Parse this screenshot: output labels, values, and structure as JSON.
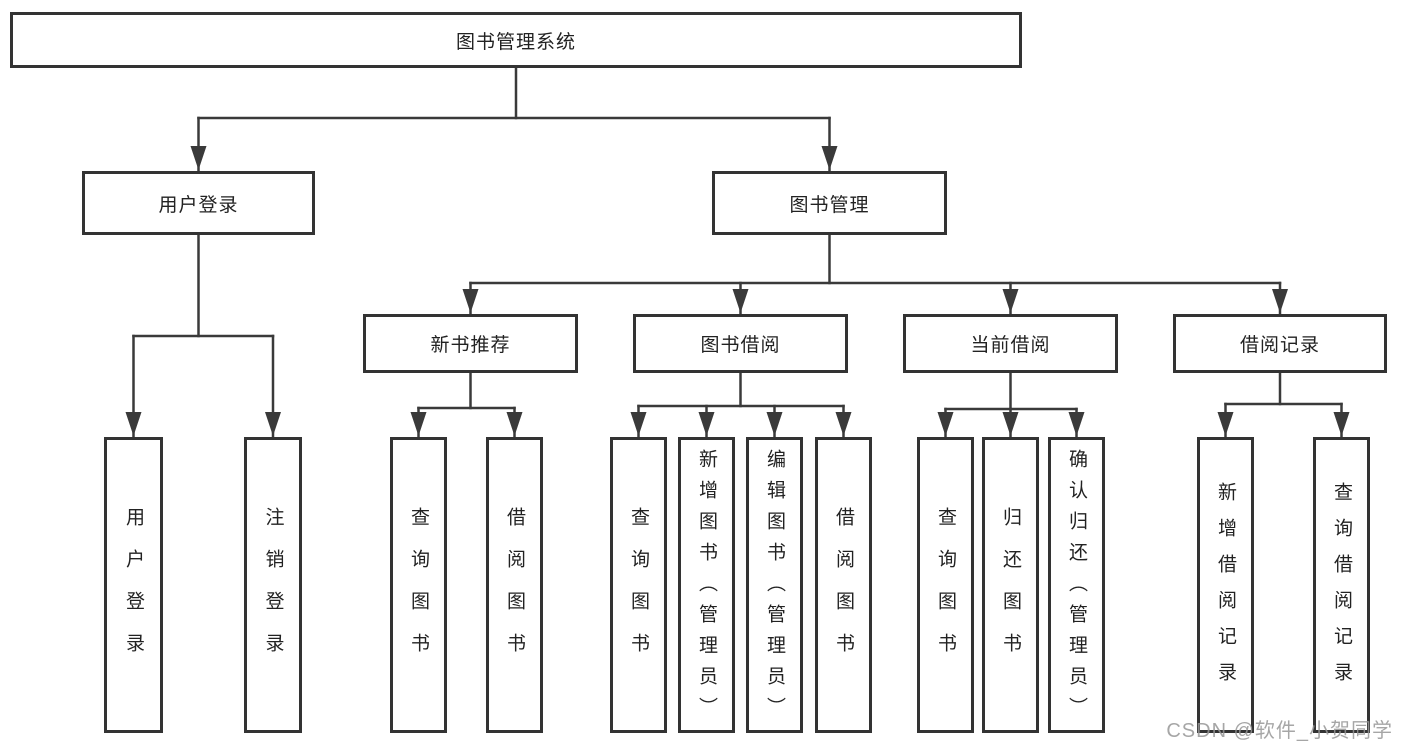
{
  "diagram": {
    "tree": {
      "label": "图书管理系统",
      "children": [
        {
          "label": "用户登录",
          "children": [
            {
              "label": "用户登录"
            },
            {
              "label": "注销登录"
            }
          ]
        },
        {
          "label": "图书管理",
          "children": [
            {
              "label": "新书推荐",
              "children": [
                {
                  "label": "查询图书"
                },
                {
                  "label": "借阅图书"
                }
              ]
            },
            {
              "label": "图书借阅",
              "children": [
                {
                  "label": "查询图书"
                },
                {
                  "label": "新增图书（管理员）"
                },
                {
                  "label": "编辑图书（管理员）"
                },
                {
                  "label": "借阅图书"
                }
              ]
            },
            {
              "label": "当前借阅",
              "children": [
                {
                  "label": "查询图书"
                },
                {
                  "label": "归还图书"
                },
                {
                  "label": "确认归还（管理员）"
                }
              ]
            },
            {
              "label": "借阅记录",
              "children": [
                {
                  "label": "新增借阅记录"
                },
                {
                  "label": "查询借阅记录"
                }
              ]
            }
          ]
        }
      ]
    },
    "colors": {
      "line": "#3a3a3a",
      "box_border": "#333333",
      "text": "#222222",
      "watermark_text": "#969696",
      "background": "#ffffff"
    }
  },
  "watermark": {
    "text": "CSDN @软件_小贺同学"
  }
}
